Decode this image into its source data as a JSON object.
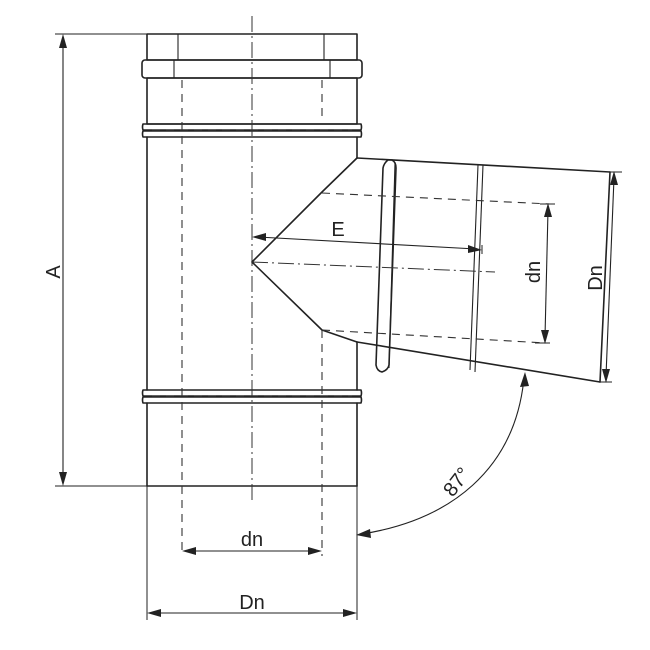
{
  "diagram": {
    "labels": {
      "height_total": "A",
      "branch_offset": "E",
      "inner_diameter_branch": "dn",
      "outer_diameter_branch": "Dn",
      "angle": "87°",
      "inner_diameter_main": "dn",
      "outer_diameter_main": "Dn"
    }
  }
}
